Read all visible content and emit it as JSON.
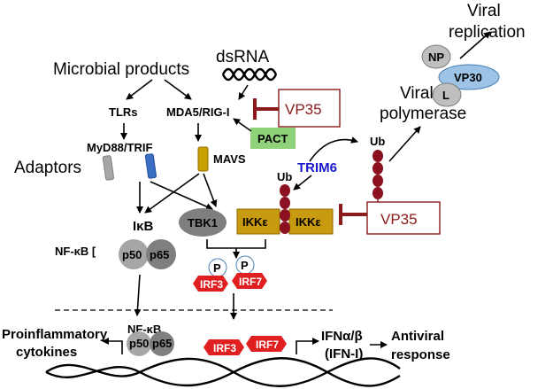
{
  "labels": {
    "viral_replication_1": "Viral",
    "viral_replication_2": "replication",
    "np": "NP",
    "vp30": "VP30",
    "l": "L",
    "viral_polymerase_1": "Viral",
    "viral_polymerase_2": "polymerase",
    "dsrna": "dsRNA",
    "microbial_products": "Microbial products",
    "tlrs": "TLRs",
    "mda5_rigi": "MDA5/RIG-I",
    "vp35_top": "VP35",
    "pact": "PACT",
    "myd88_trif": "MyD88/TRIF",
    "mavs": "MAVS",
    "adaptors": "Adaptors",
    "ub_top": "Ub",
    "ub_mid": "Ub",
    "trim6": "TRIM6",
    "ikb": "IκB",
    "nfkb_bracket": "NF-κB [",
    "p50": "p50",
    "p65": "p65",
    "tbk1": "TBK1",
    "ikke_1": "IKKε",
    "ikke_2": "IKKε",
    "vp35_right": "VP35",
    "p_1": "P",
    "p_2": "P",
    "irf3": "IRF3",
    "irf7": "IRF7",
    "nfkb_nucleus": "NF-κB",
    "p50_n": "p50",
    "p65_n": "p65",
    "proinflammatory_1": "Proinflammatory",
    "proinflammatory_2": "cytokines",
    "irf3_n": "IRF3",
    "irf7_n": "IRF7",
    "ifn_1": "IFNα/β",
    "ifn_2": "(IFN-I)",
    "antiviral_1": "Antiviral",
    "antiviral_2": "response"
  },
  "colors": {
    "vp35_inhibitor": "#8b1a1a",
    "pact_fill": "#8fd27a",
    "mavs_fill": "#c8a000",
    "myd88_gray": "#a6a6a6",
    "myd88_blue": "#3b6fc4",
    "ikke_fill": "#c89a10",
    "tbk1_fill": "#7f7f7f",
    "irf_fill": "#e02020",
    "ub_fill": "#8b1020",
    "trim6_text": "#1a1acd",
    "vp30_fill": "#9dc3e6"
  }
}
